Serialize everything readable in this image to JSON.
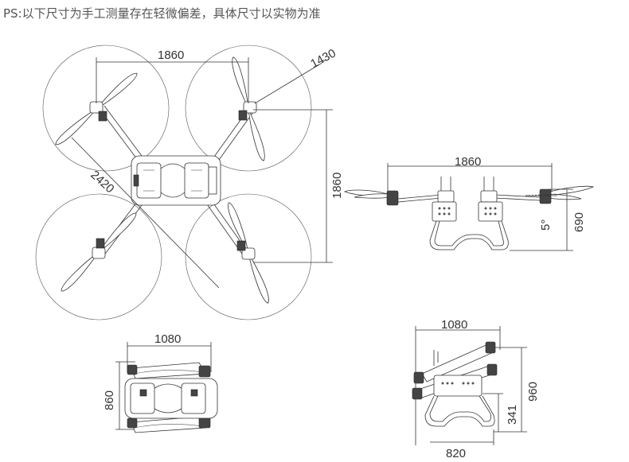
{
  "note": "PS:以下尺寸为手工测量存在轻微偏差，具体尺寸以实物为准",
  "top_view": {
    "width_dim": "1860",
    "height_dim": "1860",
    "diagonal_dim": "2420",
    "prop_dim": "1430"
  },
  "side_view": {
    "width_dim": "1860",
    "height_dim": "690",
    "angle_dim": "5°"
  },
  "folded_top_view": {
    "width_dim": "1080",
    "height_dim": "860"
  },
  "folded_side_view": {
    "width_dim": "1080",
    "height_dim": "960",
    "leg_height_dim": "341",
    "base_dim": "820"
  }
}
